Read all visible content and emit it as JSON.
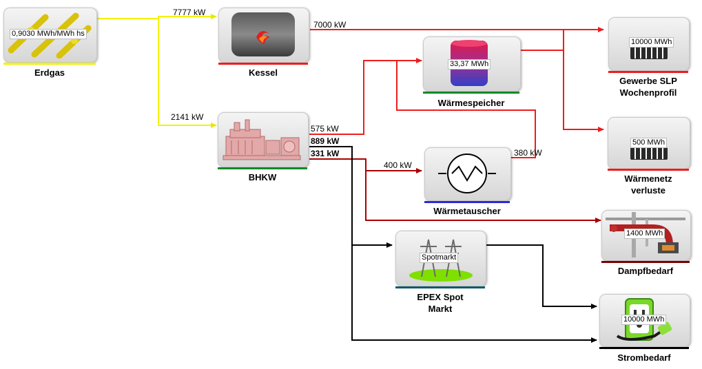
{
  "colors": {
    "gas": "#ffff00",
    "heat": "#ee1c1c",
    "steam": "#a80000",
    "power": "#000000",
    "green_bar": "#0a8a28",
    "blue_bar": "#2a2ad8",
    "teal_bar": "#0c5a66",
    "maroon_bar": "#7a0000"
  },
  "nodes": {
    "erdgas": {
      "name": "Erdgas",
      "value": "0,9030 MWh/MWh hs",
      "icon": "gas-pipes-icon"
    },
    "kessel": {
      "name": "Kessel",
      "icon": "boiler-icon"
    },
    "bhkw": {
      "name": "BHKW",
      "icon": "chp-engine-icon"
    },
    "waermespeicher": {
      "name": "Wärmespeicher",
      "value": "33,37 MWh",
      "icon": "heat-storage-tank-icon"
    },
    "waermetauscher": {
      "name": "Wärmetauscher",
      "icon": "heat-exchanger-icon"
    },
    "epex": {
      "name_line1": "EPEX Spot",
      "name_line2": "Markt",
      "value": "Spotmarkt",
      "icon": "power-pylon-icon"
    },
    "gewerbe": {
      "name_line1": "Gewerbe SLP",
      "name_line2": "Wochenprofil",
      "value": "10000 MWh",
      "icon": "radiator-icon"
    },
    "waermenetz": {
      "name_line1": "Wärmenetz",
      "name_line2": "verluste",
      "value": "500 MWh",
      "icon": "radiator-icon"
    },
    "dampf": {
      "name": "Dampfbedarf",
      "value": "1400 MWh",
      "icon": "steam-pipes-icon"
    },
    "strom": {
      "name": "Strombedarf",
      "value": "10000 MWh",
      "icon": "power-socket-icon"
    }
  },
  "flows": {
    "gas_to_kessel": "7777 kW",
    "gas_to_bhkw": "2141 kW",
    "kessel_out": "7000 kW",
    "bhkw_heat": "575 kW",
    "bhkw_power": "889 kW",
    "bhkw_steam": "331 kW",
    "to_waermetauscher": "400 kW",
    "waermetauscher_out": "380 kW"
  }
}
